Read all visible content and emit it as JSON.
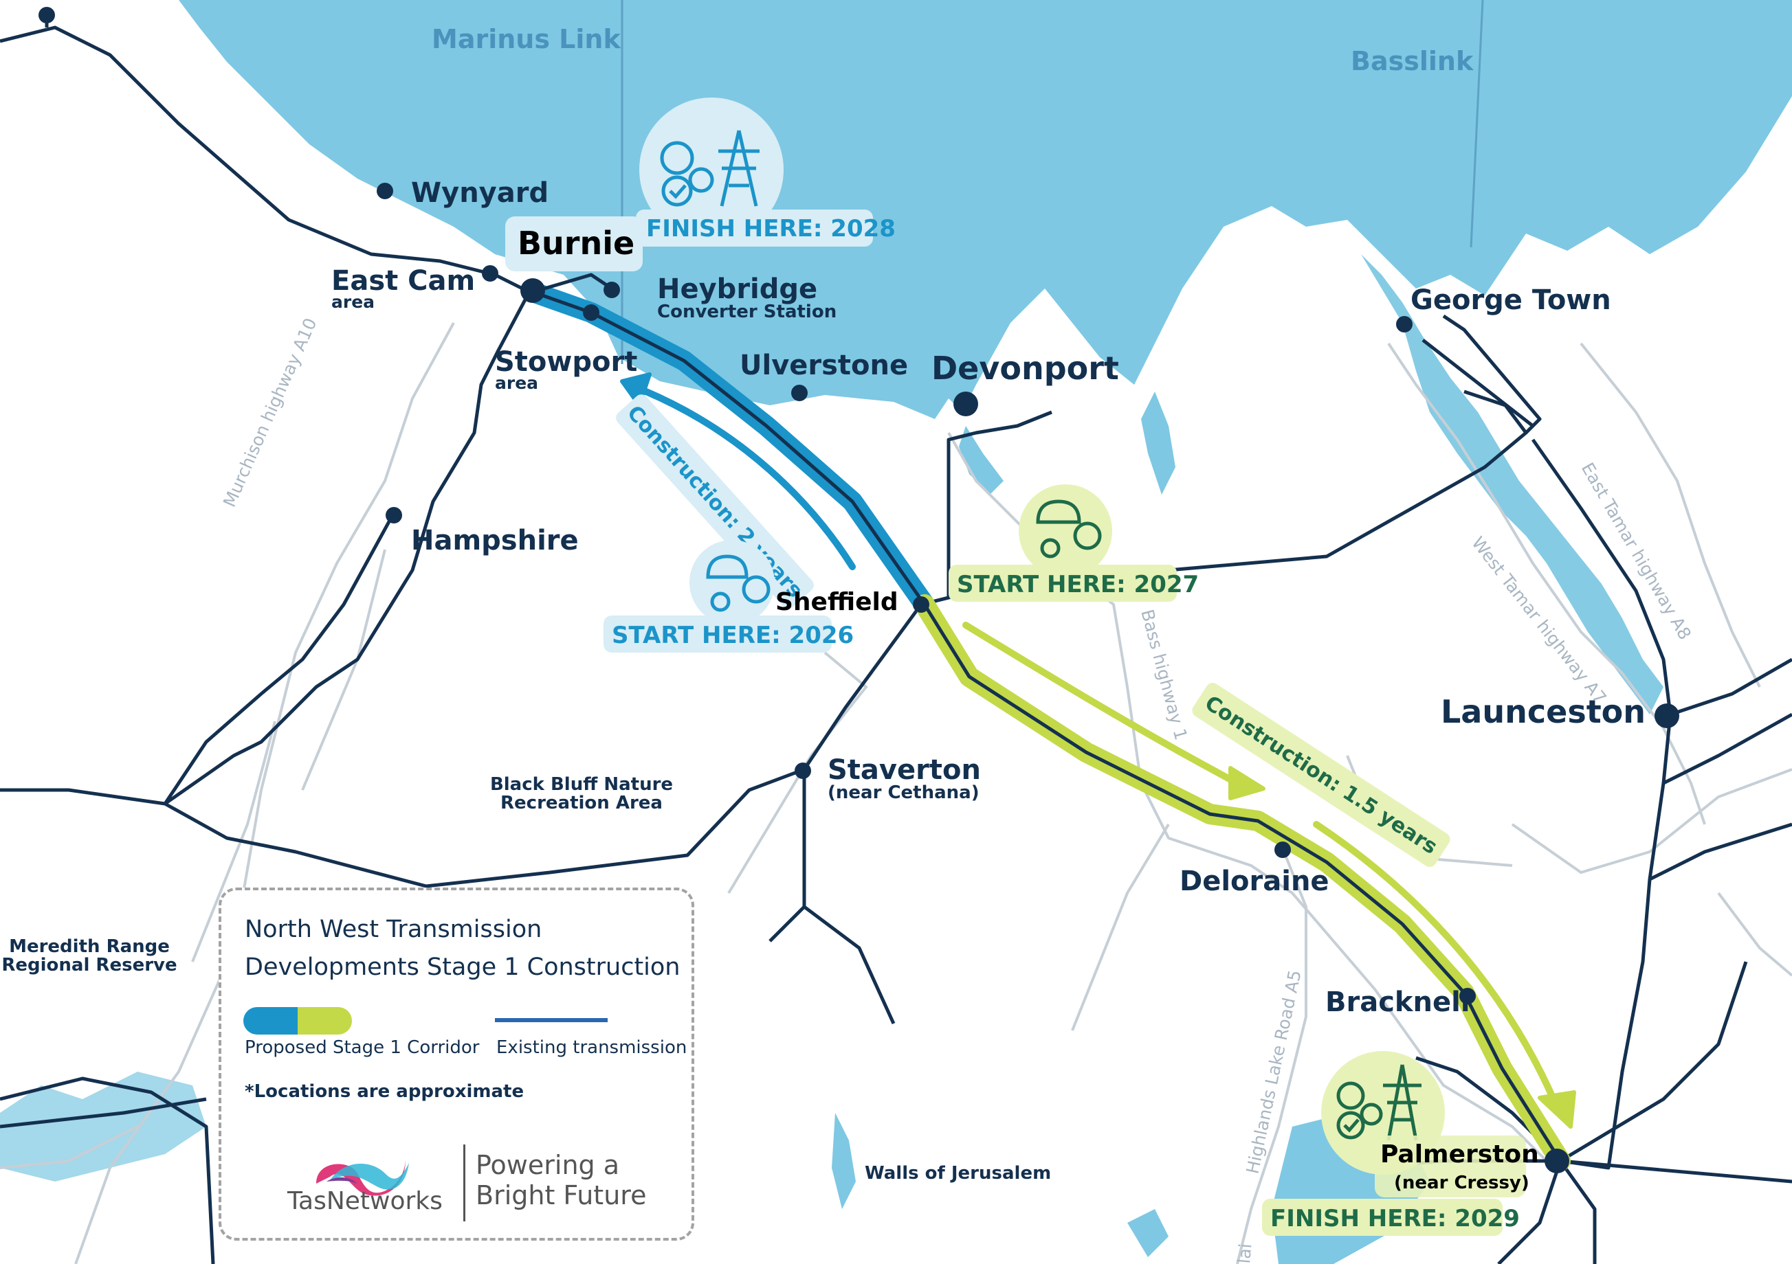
{
  "water_labels": {
    "marinus": "Marinus Link",
    "basslink": "Basslink"
  },
  "places": {
    "wynyard": "Wynyard",
    "burnie": "Burnie",
    "east_cam": "East Cam",
    "east_cam_sub": "area",
    "heybridge": "Heybridge",
    "heybridge_sub": "Converter Station",
    "stowport": "Stowport",
    "stowport_sub": "area",
    "ulverstone": "Ulverstone",
    "devonport": "Devonport",
    "george_town": "George Town",
    "hampshire": "Hampshire",
    "sheffield": "Sheffield",
    "staverton": "Staverton",
    "staverton_sub": "(near Cethana)",
    "launceston": "Launceston",
    "deloraine": "Deloraine",
    "bracknell": "Bracknell",
    "palmerston": "Palmerston",
    "palmerston_sub": "(near Cressy)",
    "black_bluff_1": "Black Bluff Nature",
    "black_bluff_2": "Recreation Area",
    "meredith_1": "Meredith Range",
    "meredith_2": "Regional Reserve",
    "walls": "Walls of Jerusalem"
  },
  "highways": {
    "murchison": "Murchison highway A10",
    "bass": "Bass highway 1",
    "west_tamar": "West Tamar highway A7",
    "east_tamar": "East Tamar highway A8",
    "highlands": "Highlands Lake Road A5",
    "cut_off": "lai"
  },
  "milestones": {
    "finish_2028": "FINISH HERE: 2028",
    "start_2026": "START HERE: 2026",
    "start_2027": "START HERE: 2027",
    "finish_2029": "FINISH HERE: 2029"
  },
  "construction": {
    "blue": "Construction: 2 years",
    "green": "Construction: 1.5 years"
  },
  "legend": {
    "title_line1": "North West Transmission",
    "title_line2": "Developments Stage 1 Construction",
    "corridor_label": "Proposed Stage 1 Corridor",
    "existing_label": "Existing transmission",
    "note": "*Locations are approximate",
    "brand": "TasNetworks",
    "tagline_line1": "Powering a",
    "tagline_line2": "Bright Future"
  },
  "colors": {
    "water": "#7ec8e3",
    "corridor_blue": "#1b94c9",
    "corridor_green": "#c3d948",
    "transmission": "#14304f",
    "road": "#c6cfd6",
    "text": "#14304f"
  }
}
